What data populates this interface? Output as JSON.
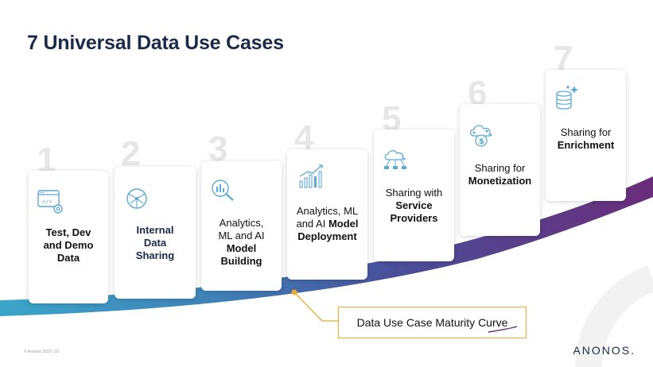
{
  "slide": {
    "title": "7 Universal Data Use Cases",
    "footer": "© Anonos 2023  |  10",
    "logo": "ANONOS."
  },
  "cards": [
    {
      "number": "1",
      "line1": "Test, Dev",
      "line2": "and Demo",
      "line3": "Data",
      "icon": "code-settings-icon"
    },
    {
      "number": "2",
      "line1": "Internal",
      "line2": "Data",
      "line3": "Sharing",
      "icon": "network-globe-icon"
    },
    {
      "number": "3",
      "pre1": "Analytics,",
      "pre2": "ML and AI",
      "bold1": "Model",
      "bold2": "Building",
      "icon": "magnify-chart-icon"
    },
    {
      "number": "4",
      "pre1": "Analytics, ML",
      "pre2": "and AI",
      "bold_inline": "Model",
      "bold2": "Deployment",
      "icon": "bar-growth-icon"
    },
    {
      "number": "5",
      "pre1": "Sharing with",
      "bold1": "Service",
      "bold2": "Providers",
      "icon": "cloud-network-icon"
    },
    {
      "number": "6",
      "pre1": "Sharing for",
      "bold1": "Monetization",
      "icon": "money-cloud-icon"
    },
    {
      "number": "7",
      "pre1": "Sharing for",
      "bold1": "Enrichment",
      "icon": "database-sparkle-icon"
    }
  ],
  "callout": {
    "text": "Data Use Case Maturity Curve"
  },
  "colors": {
    "title": "#1b2a4a",
    "curve_start": "#3ba6c9",
    "curve_end": "#6a2d7a",
    "callout_border": "#f0a830",
    "icon": "#5aa9d6"
  }
}
